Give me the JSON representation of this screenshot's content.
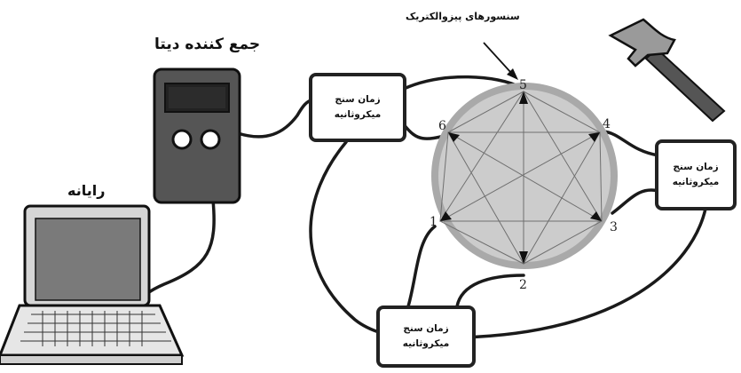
{
  "labels": {
    "collector": "جمع کننده دیتا",
    "computer": "رایانه",
    "sensors": "سنسورهای پیزوالکتریک"
  },
  "timer_box": {
    "line1": "زمان سنج",
    "line2": "میکروثانیه"
  },
  "sensor_numbers": [
    "1",
    "2",
    "3",
    "4",
    "5",
    "6"
  ]
}
